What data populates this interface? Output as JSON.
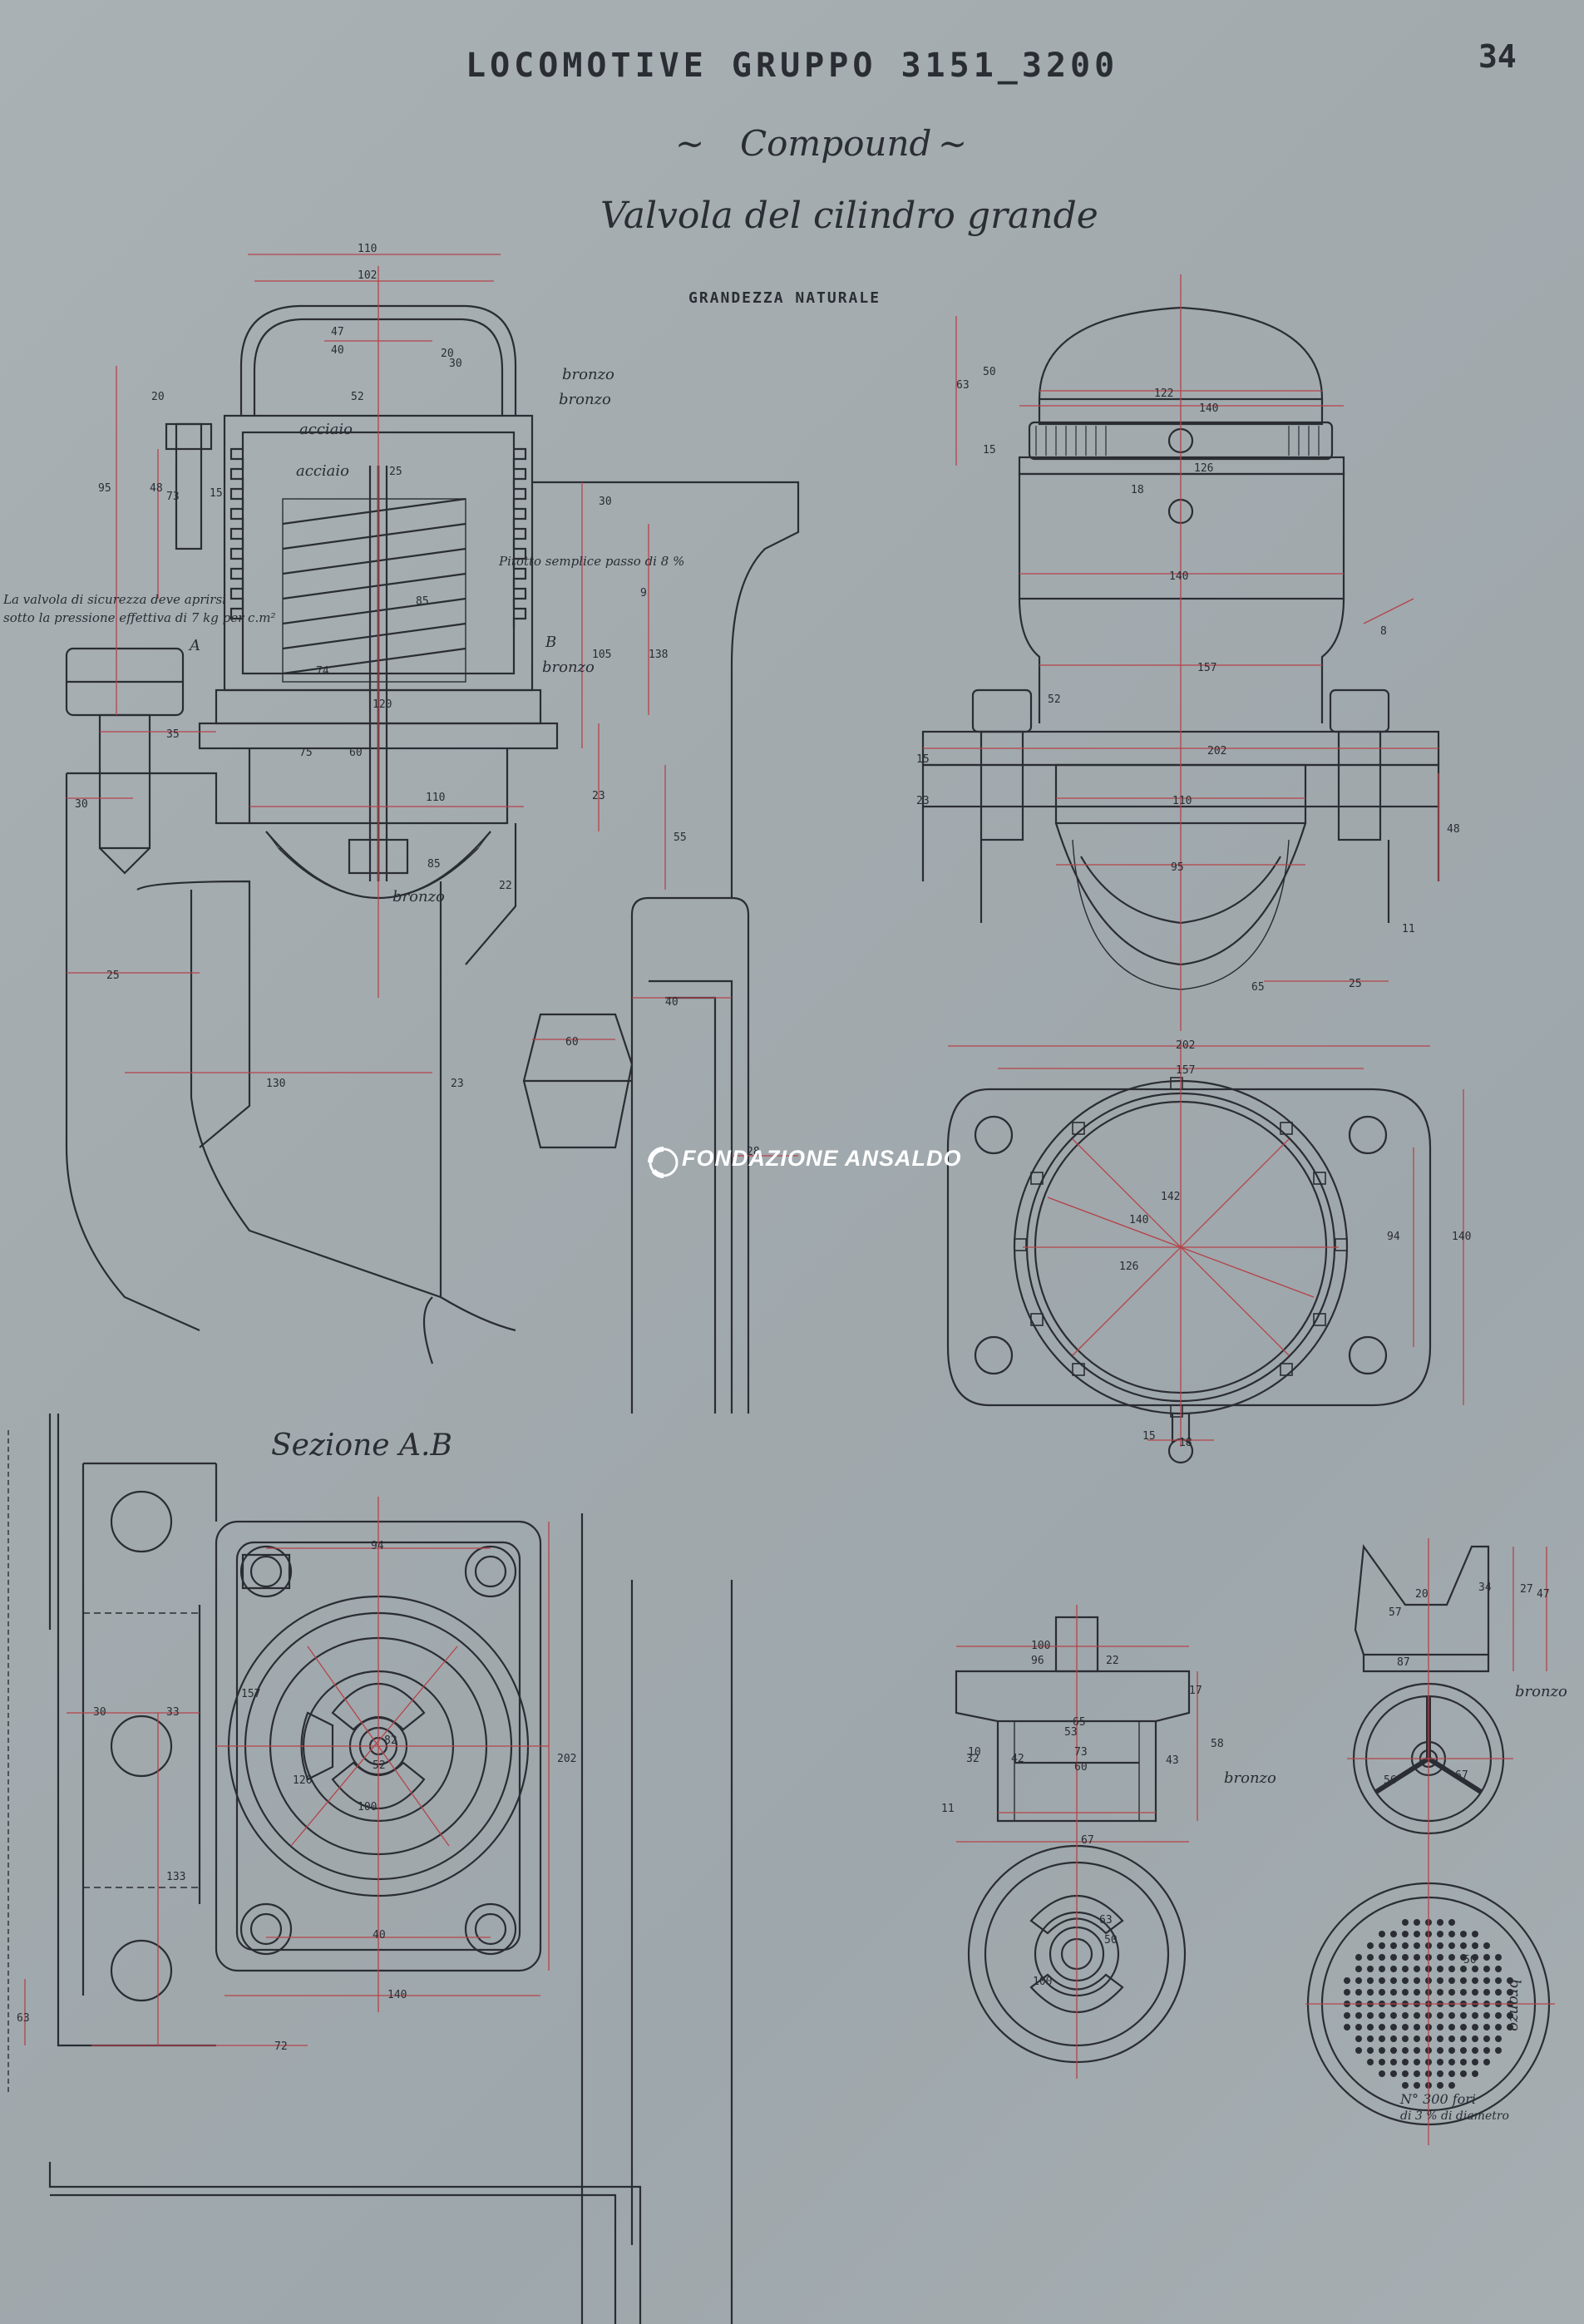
{
  "header": {
    "title": "LOCOMOTIVE GRUPPO 3151_3200",
    "sheet_number": "34",
    "subtitle": "Compound",
    "part_name": "Valvola del cilindro grande",
    "scale_note": "GRANDEZZA NATURALE"
  },
  "notes": {
    "safety_valve_line1": "La valvola di sicurezza deve aprirsi",
    "safety_valve_line2": "sotto la pressione effettiva di 7 kg per c.m²",
    "spring_pitch": "Pitotto semplice passo di 8 %",
    "holes_line1": "N° 300 fori",
    "holes_line2": "di 3 % di diametro"
  },
  "section_label": "Sezione A.B",
  "material_labels": {
    "bronzo_1": "bronzo",
    "bronzo_2": "bronzo",
    "acciaio_1": "acciaio",
    "acciaio_2": "acciaio",
    "bronzo_body": "bronzo",
    "bronzo_seat": "bronzo",
    "bronzo_detail": "bronzo",
    "bronzo_bush": "bronzo",
    "bronzo_grid": "bronzo",
    "section_A": "A",
    "section_B": "B"
  },
  "watermark": "FONDAZIONE ANSALDO",
  "colors": {
    "paper": "#a5adb1",
    "ink": "#2a2d33",
    "dimension_red": "#b5434a",
    "watermark": "#ffffff"
  },
  "dimensions": {
    "top_left": [
      "110",
      "102",
      "47",
      "40",
      "20",
      "52",
      "30",
      "20",
      "95",
      "48",
      "73",
      "15",
      "30",
      "25",
      "74",
      "85",
      "105",
      "138",
      "9",
      "120",
      "75",
      "60",
      "110",
      "23",
      "35",
      "55",
      "22",
      "30",
      "25",
      "130",
      "23",
      "60",
      "40",
      "28",
      "85"
    ],
    "top_right": [
      "63",
      "50",
      "122",
      "140",
      "15",
      "126",
      "18",
      "140",
      "157",
      "52",
      "202",
      "15",
      "23",
      "110",
      "48",
      "95",
      "11",
      "65",
      "25",
      "8"
    ],
    "plan": [
      "202",
      "157",
      "142",
      "140",
      "126",
      "94",
      "140",
      "15",
      "18"
    ],
    "section_ab": [
      "94",
      "30",
      "33",
      "157",
      "202",
      "126",
      "100",
      "40",
      "140",
      "72",
      "133",
      "63",
      "82",
      "52"
    ],
    "small_parts": [
      "100",
      "96",
      "22",
      "17",
      "10",
      "53",
      "65",
      "73",
      "60",
      "43",
      "58",
      "32",
      "42",
      "11",
      "67",
      "20",
      "34",
      "27",
      "47",
      "57",
      "87",
      "67",
      "56",
      "63",
      "50",
      "100",
      "50"
    ]
  }
}
